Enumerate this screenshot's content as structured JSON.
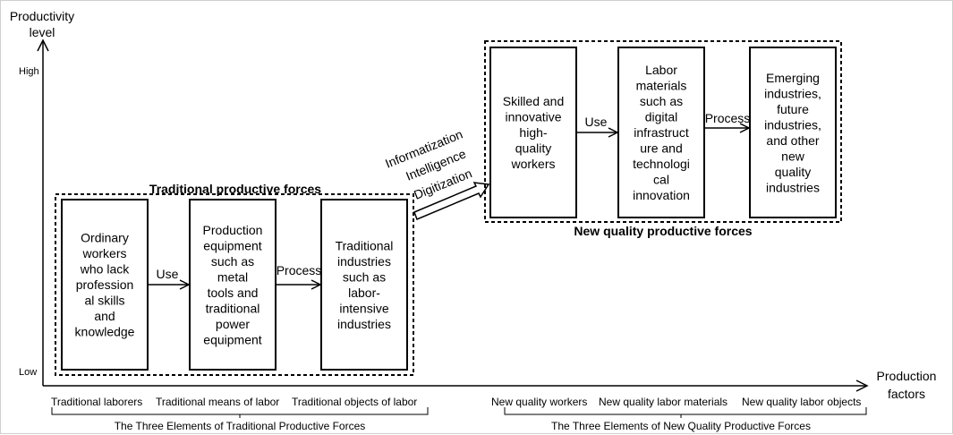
{
  "axes": {
    "y_label": [
      "Productivity",
      "level"
    ],
    "y_high": "High",
    "y_low": "Low",
    "x_label": [
      "Production",
      "factors"
    ]
  },
  "traditional": {
    "title": "Traditional productive forces",
    "boxes": [
      [
        "Ordinary",
        "workers",
        "who lack",
        "profession",
        "al skills",
        "and",
        "knowledge"
      ],
      [
        "Production",
        "equipment",
        "such as",
        "metal",
        "tools and",
        "traditional",
        "power",
        "equipment"
      ],
      [
        "Traditional",
        "industries",
        "such as",
        "labor-",
        "intensive",
        "industries"
      ]
    ],
    "arrow_labels": [
      "Use",
      "Process"
    ]
  },
  "transition_labels": [
    "Informatization",
    "Intelligence",
    "Digitization"
  ],
  "new_quality": {
    "title": "New quality productive forces",
    "boxes": [
      [
        "Skilled and",
        "innovative",
        "high-",
        "quality",
        "workers"
      ],
      [
        "Labor",
        "materials",
        "such as",
        "digital",
        "infrastruct",
        "ure and",
        "technologi",
        "cal",
        "innovation"
      ],
      [
        "Emerging",
        "industries,",
        "future",
        "industries,",
        "and other",
        "new",
        "quality",
        "industries"
      ]
    ],
    "arrow_labels": [
      "Use",
      "Process"
    ]
  },
  "elements_traditional": {
    "items": [
      "Traditional laborers",
      "Traditional means of labor",
      "Traditional objects of labor"
    ],
    "caption": "The Three Elements of Traditional Productive Forces"
  },
  "elements_new": {
    "items": [
      "New quality workers",
      "New quality labor materials",
      "New quality labor objects"
    ],
    "caption": "The Three Elements of New Quality Productive Forces"
  }
}
